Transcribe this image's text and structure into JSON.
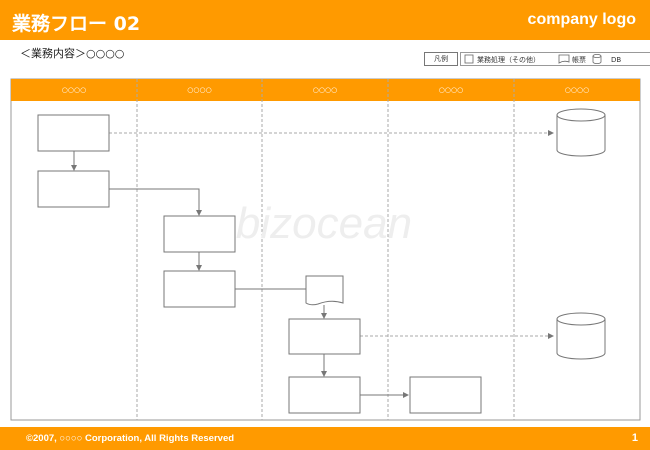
{
  "header": {
    "title": "業務フロー 02",
    "logo": "company logo"
  },
  "subtitle": "＜業務内容＞○○○○",
  "legend": {
    "heading": "凡例",
    "process": "業務処理（その他）",
    "document": "帳票",
    "db": "DB"
  },
  "lanes": [
    "○○○○",
    "○○○○",
    "○○○○",
    "○○○○",
    "○○○○"
  ],
  "watermark": "bizocean",
  "footer": {
    "copyright": "©2007, ○○○○ Corporation, All Rights Reserved",
    "page": "1"
  },
  "colors": {
    "accent": "#ff9a00",
    "line": "#777777"
  }
}
